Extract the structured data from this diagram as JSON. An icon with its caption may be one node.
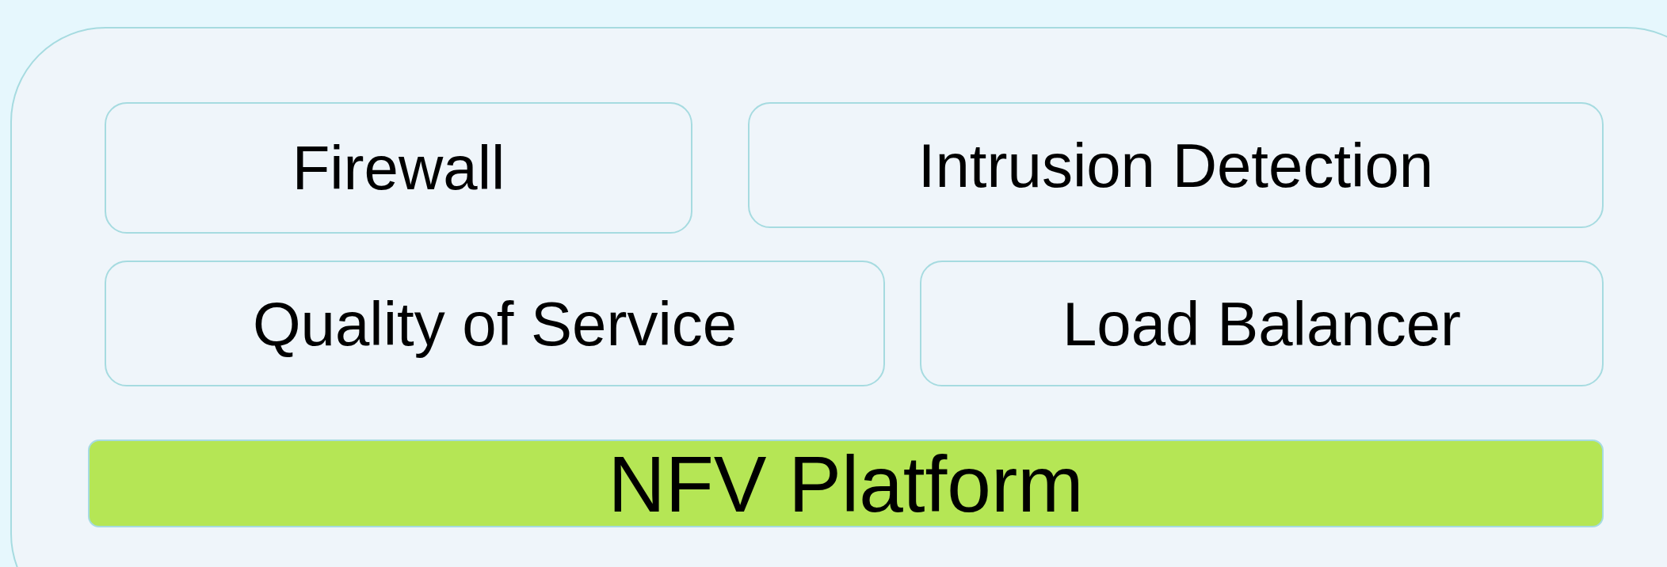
{
  "diagram": {
    "nodes": [
      {
        "text": [],
        "shape": "box"
      },
      {
        "text": [
          "Firewall"
        ],
        "in": 0
      },
      {
        "text": [
          "Intrusion Detection"
        ],
        "in": 0
      },
      {
        "text": [
          "Quality of Service"
        ],
        "in": 0
      },
      {
        "text": [
          "Load Balancer"
        ],
        "in": 0
      },
      {
        "text": [
          "NFV Platform"
        ],
        "in": 0
      }
    ]
  }
}
